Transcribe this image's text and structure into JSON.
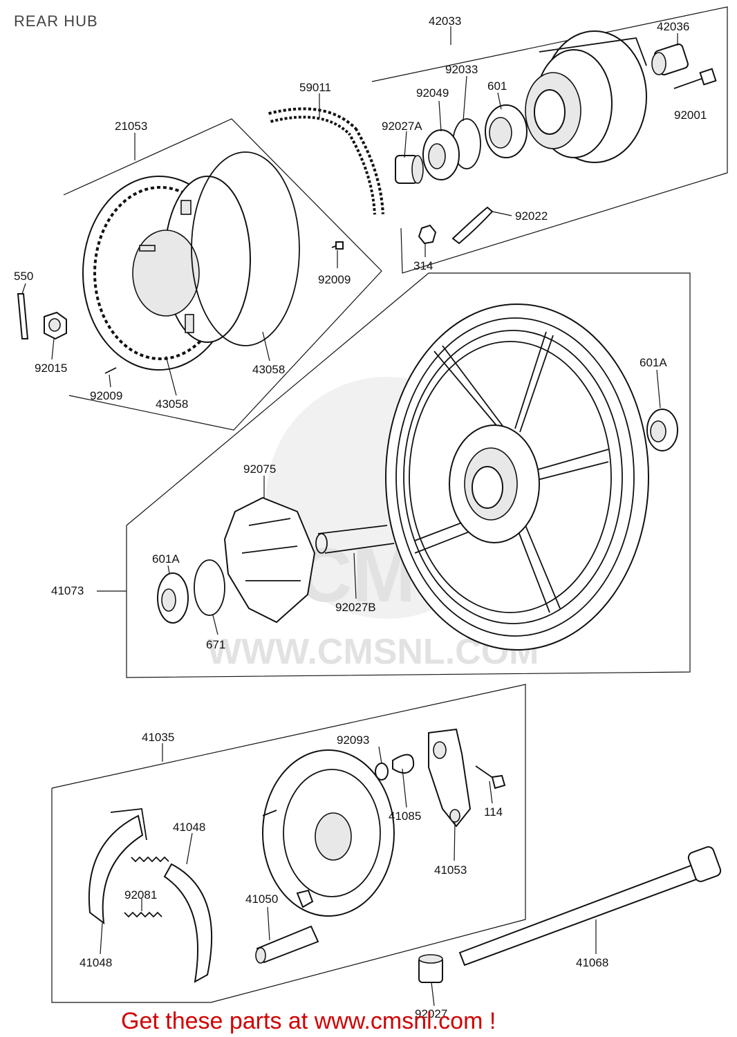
{
  "title": "REAR HUB",
  "footer": "Get these parts at www.cmsnl.com !",
  "watermark": {
    "logo": "CMS",
    "url": "WWW.CMSNL.COM"
  },
  "colors": {
    "footer": "#d10000",
    "lines": "#111111",
    "watermark": "#e2e2e2"
  },
  "parts": {
    "p42033": "42033",
    "p42036": "42036",
    "p92033": "92033",
    "p92049": "92049",
    "p601": "601",
    "p92027A": "92027A",
    "p92001": "92001",
    "p92022": "92022",
    "p314": "314",
    "p59011": "59011",
    "p21053": "21053",
    "p92009a": "92009",
    "p550": "550",
    "p92015": "92015",
    "p92009b": "92009",
    "p43058a": "43058",
    "p43058b": "43058",
    "p601Aa": "601A",
    "p92075": "92075",
    "p601Ab": "601A",
    "p41073": "41073",
    "p671": "671",
    "p92027B": "92027B",
    "p41035": "41035",
    "p92093": "92093",
    "p41085": "41085",
    "p114": "114",
    "p41053": "41053",
    "p41048a": "41048",
    "p92081": "92081",
    "p41048b": "41048",
    "p41050": "41050",
    "p41068": "41068",
    "p92027": "92027"
  }
}
